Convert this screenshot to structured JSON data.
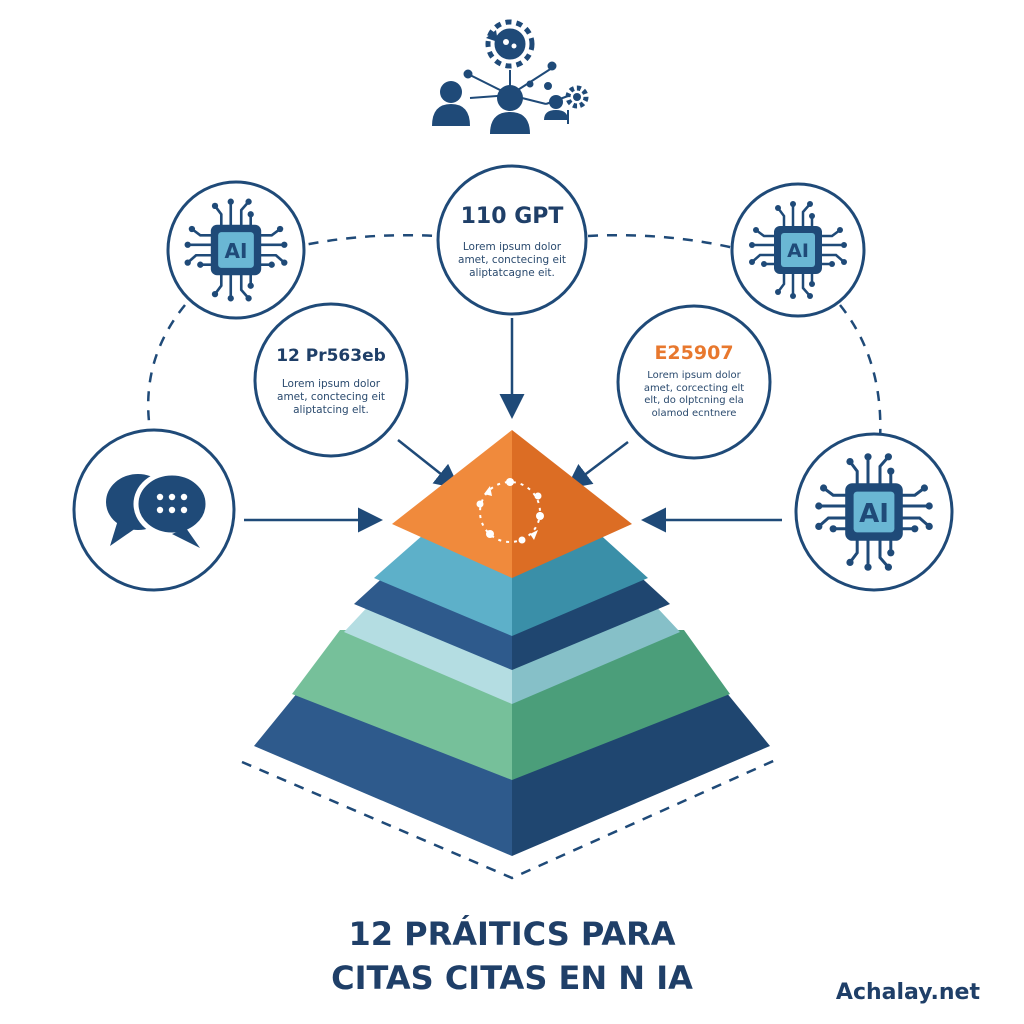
{
  "colors": {
    "navy": "#1f4a78",
    "orange": "#e8782e",
    "teal": "#4aa3bf",
    "light_teal": "#a8d6dc",
    "green": "#5db58c"
  },
  "icons": {
    "top": "people-network-gear-icon",
    "left": "chat-bubbles-icon",
    "ai_chip": "ai-chip-icon",
    "pyramid_top": "cycle-arrows-icon"
  },
  "nodes": {
    "top": {
      "title": "110 GPT",
      "body": [
        "Lorem ipsum dolor",
        "amet, conctecing eit",
        "aliptatcagne eit."
      ]
    },
    "left": {
      "title": "12 Pr563eb",
      "body": [
        "Lorem ipsum dolor",
        "amet, conctecing eit",
        "aliptatcing elt."
      ]
    },
    "right": {
      "title": "E25907",
      "body": [
        "Lorem ipsum dolor",
        "amet, corcecting elt",
        "elt, do olptcning ela",
        "olamod ecntnere"
      ]
    },
    "chip_label": "AI"
  },
  "title": {
    "line1": "12 PRÁITICS PARA",
    "line2": "CITAS CITAS EN N IA"
  },
  "brand": "Achalay.net"
}
